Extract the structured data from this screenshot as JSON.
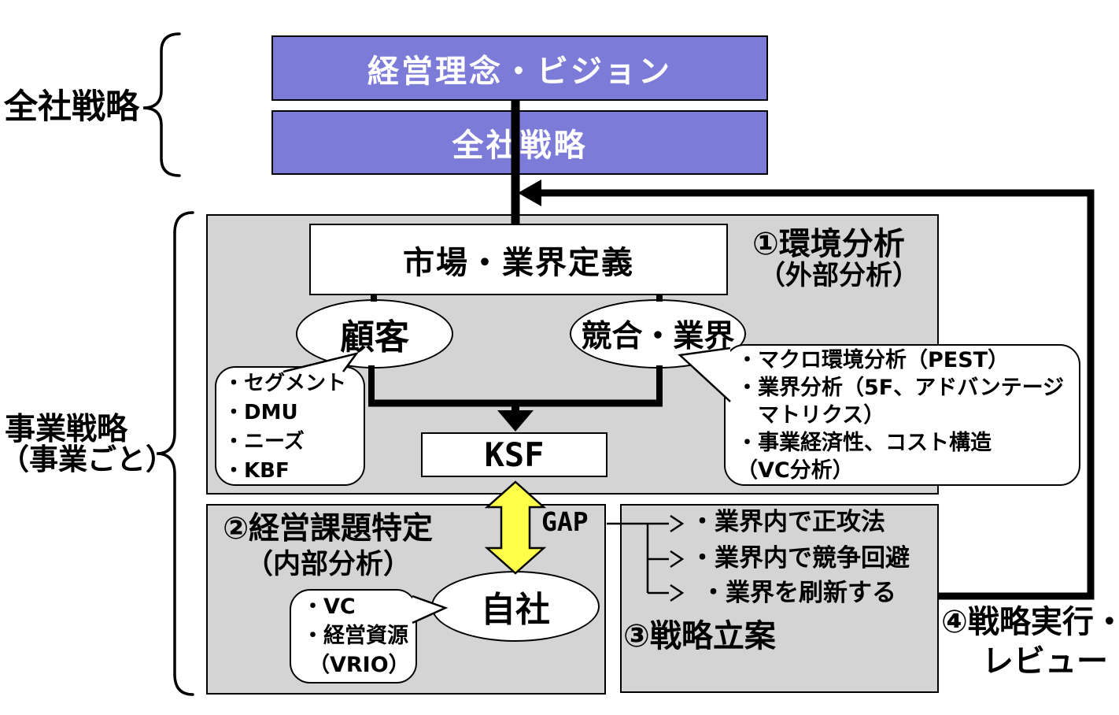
{
  "colors": {
    "purple": "#7c7cd8",
    "gray": "#d4d4d4",
    "yellow": "#ffff4a",
    "line": "#000000"
  },
  "left_labels": {
    "corporate_brace_label": "全社戦略",
    "business_brace_label_line1": "事業戦略",
    "business_brace_label_line2": "（事業ごと）"
  },
  "top_boxes": {
    "vision": "経営理念・ビジョン",
    "corporate_strategy": "全社戦略"
  },
  "env_analysis": {
    "title_line1": "①環境分析",
    "title_line2": "（外部分析）",
    "market_box": "市場・業界定義",
    "customer_ellipse": "顧客",
    "competitor_ellipse": "競合・業界",
    "customer_callout": [
      "・セグメント",
      "・DMU",
      "・ニーズ",
      "・KBF"
    ],
    "competitor_callout": [
      "・マクロ環境分析（PEST）",
      "・業界分析（5F、アドバンテージ",
      "　マトリクス）",
      "・事業経済性、コスト構造",
      "（VC分析）"
    ],
    "ksf_box": "KSF"
  },
  "internal_analysis": {
    "title_line1": "②経営課題特定",
    "title_line2": "（内部分析）",
    "own_company_ellipse": "自社",
    "own_callout": [
      "・VC",
      "・経営資源",
      "（VRIO）"
    ],
    "gap_label": "GAP"
  },
  "strategy_planning": {
    "title": "③戦略立案",
    "options": [
      "・業界内で正攻法",
      "・業界内で競争回避",
      "・業界を刷新する"
    ]
  },
  "execution_review": {
    "title_line1": "④戦略実行・",
    "title_line2": "レビュー"
  }
}
